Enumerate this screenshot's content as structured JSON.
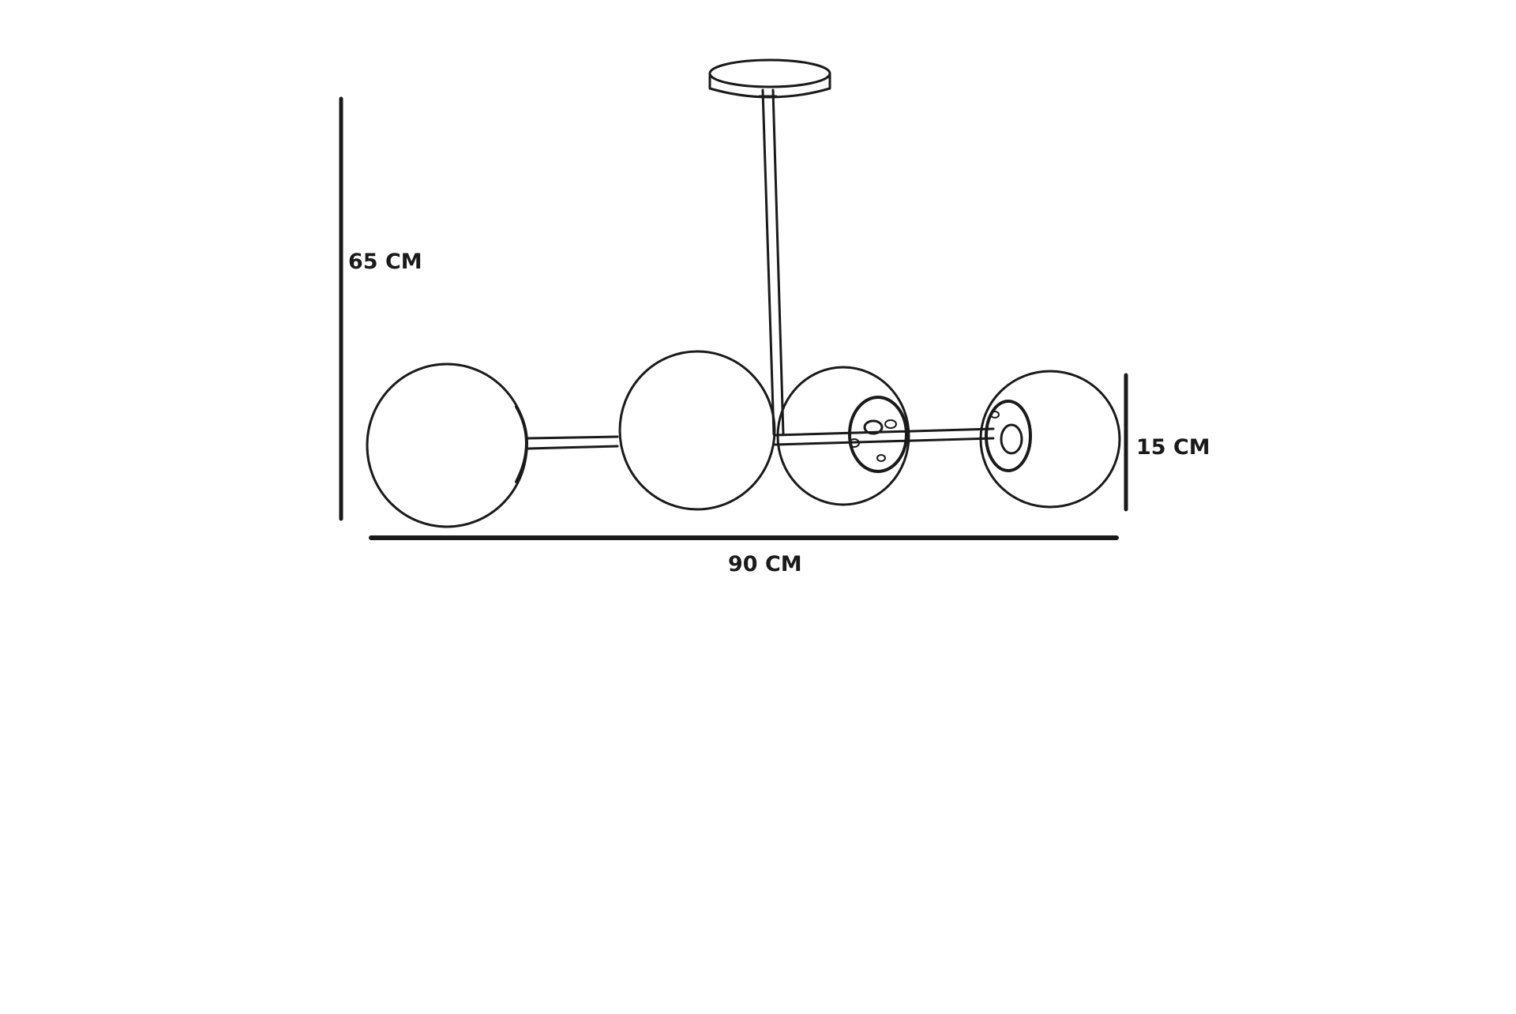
{
  "diagram": {
    "subject": "four-globe ceiling pendant lamp",
    "dimensions": {
      "height": "65 CM",
      "globe_diameter": "15 CM",
      "width": "90 CM"
    },
    "globe_count": 4,
    "line_color": "#1a1a1a",
    "background_color": "#ffffff"
  }
}
